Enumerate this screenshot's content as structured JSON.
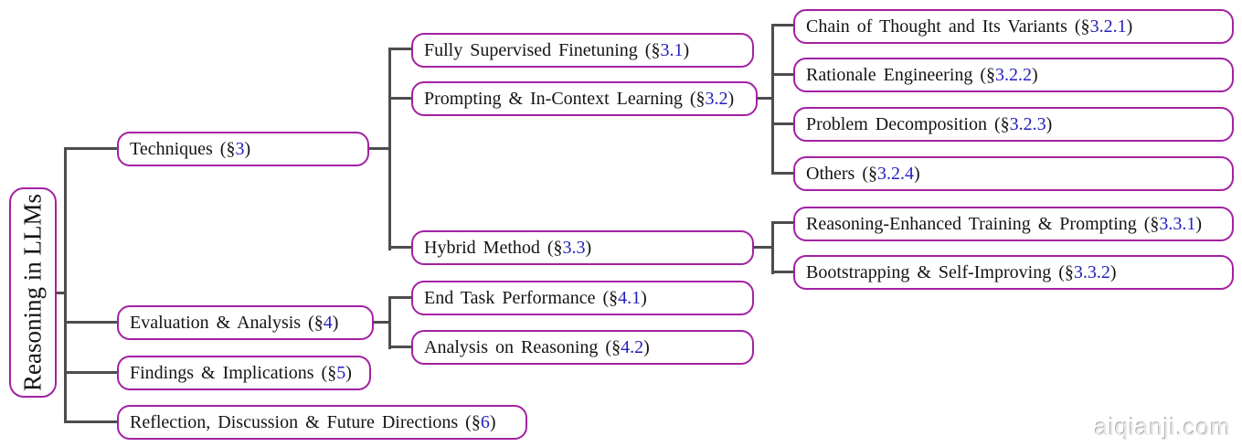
{
  "root": {
    "label": "Reasoning in LLMs"
  },
  "nodes": {
    "techniques": {
      "pre": "Techniques (§",
      "num": "3",
      "post": ")"
    },
    "evaluation": {
      "pre": "Evaluation & Analysis (§",
      "num": "4",
      "post": ")"
    },
    "findings": {
      "pre": "Findings & Implications (§",
      "num": "5",
      "post": ")"
    },
    "reflection": {
      "pre": "Reflection, Discussion & Future Directions (§",
      "num": "6",
      "post": ")"
    },
    "fully_supervised": {
      "pre": "Fully Supervised Finetuning (§",
      "num": "3.1",
      "post": ")"
    },
    "prompting": {
      "pre": "Prompting & In-Context Learning (§",
      "num": "3.2",
      "post": ")"
    },
    "hybrid": {
      "pre": "Hybrid Method (§",
      "num": "3.3",
      "post": ")"
    },
    "end_task": {
      "pre": "End Task Performance (§",
      "num": "4.1",
      "post": ")"
    },
    "analysis_reasoning": {
      "pre": "Analysis on Reasoning (§",
      "num": "4.2",
      "post": ")"
    },
    "chain_of_thought": {
      "pre": "Chain of Thought and Its Variants (§",
      "num": "3.2.1",
      "post": ")"
    },
    "rationale": {
      "pre": "Rationale Engineering (§",
      "num": "3.2.2",
      "post": ")"
    },
    "problem_decomp": {
      "pre": "Problem Decomposition (§",
      "num": "3.2.3",
      "post": ")"
    },
    "others": {
      "pre": "Others (§",
      "num": "3.2.4",
      "post": ")"
    },
    "reasoning_enhanced": {
      "pre": "Reasoning-Enhanced Training & Prompting (§",
      "num": "3.3.1",
      "post": ")"
    },
    "bootstrapping": {
      "pre": "Bootstrapping & Self-Improving (§",
      "num": "3.3.2",
      "post": ")"
    }
  },
  "watermark": "aiqianji.com",
  "colors": {
    "node_border": "#a321a3",
    "section_link": "#2321bb",
    "connector": "#4d4d4d"
  }
}
